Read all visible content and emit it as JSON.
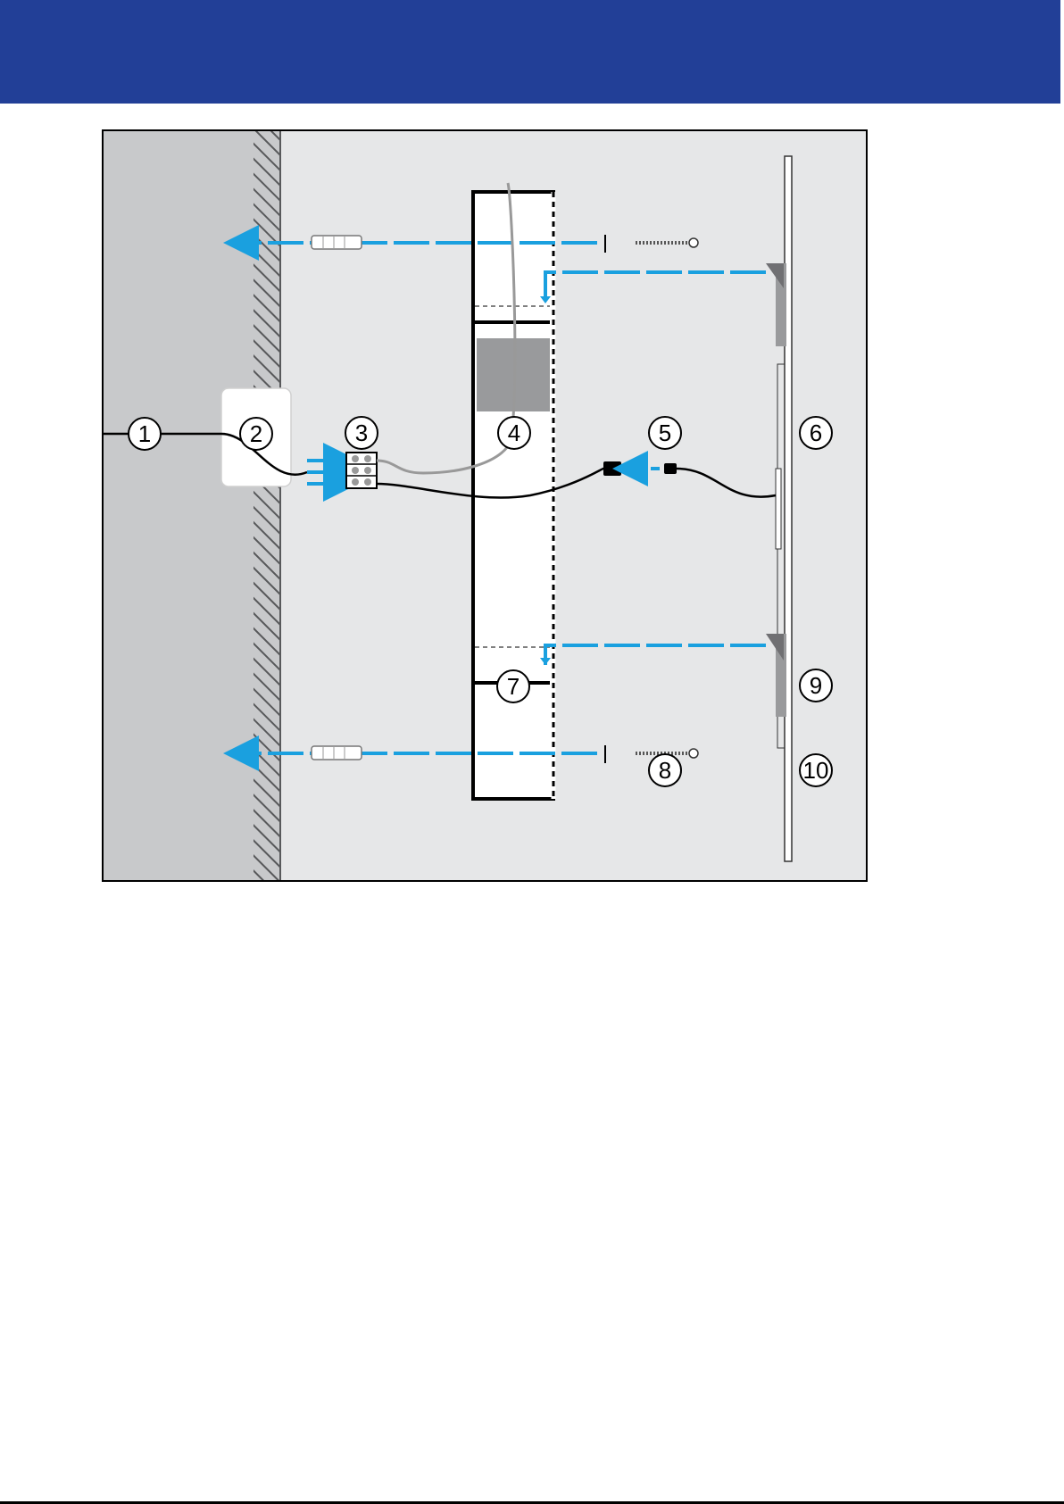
{
  "colors": {
    "header": "#223f97",
    "background": "#e6e7e8",
    "wall": "#c8c9cb",
    "hatch": "#58595b",
    "arrow": "#1aa0df",
    "bracket": "#999a9c",
    "ink": "#000000"
  },
  "diagram": {
    "markers": [
      {
        "id": "1",
        "label": "1"
      },
      {
        "id": "2",
        "label": "2"
      },
      {
        "id": "3",
        "label": "3"
      },
      {
        "id": "4",
        "label": "4"
      },
      {
        "id": "5",
        "label": "5"
      },
      {
        "id": "6",
        "label": "6"
      },
      {
        "id": "7",
        "label": "7"
      },
      {
        "id": "8",
        "label": "8"
      },
      {
        "id": "9",
        "label": "9"
      },
      {
        "id": "10",
        "label": "10"
      }
    ]
  }
}
